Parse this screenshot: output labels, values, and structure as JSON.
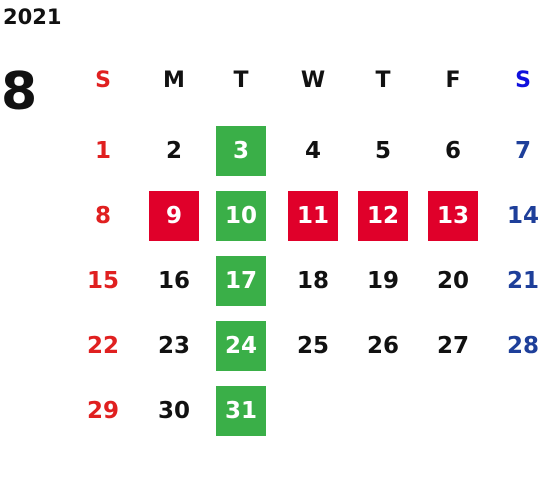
{
  "year": "2021",
  "month": "8",
  "colors": {
    "sunday": "#e02020",
    "saturday": "#1e3f9a",
    "saturday_header": "#1010dd",
    "weekday": "#111111",
    "holiday_bg": "#e0002a",
    "highlight_bg": "#3aaf48",
    "highlight_text": "#ffffff"
  },
  "weekdays": [
    {
      "label": "S",
      "kind": "sunday"
    },
    {
      "label": "M",
      "kind": "weekday"
    },
    {
      "label": "T",
      "kind": "weekday"
    },
    {
      "label": "W",
      "kind": "weekday"
    },
    {
      "label": "T",
      "kind": "weekday"
    },
    {
      "label": "F",
      "kind": "weekday"
    },
    {
      "label": "S",
      "kind": "saturday"
    }
  ],
  "weeks": [
    [
      {
        "day": "1",
        "kind": "sunday"
      },
      {
        "day": "2",
        "kind": "weekday"
      },
      {
        "day": "3",
        "kind": "weekday",
        "mark": "green"
      },
      {
        "day": "4",
        "kind": "weekday"
      },
      {
        "day": "5",
        "kind": "weekday"
      },
      {
        "day": "6",
        "kind": "weekday"
      },
      {
        "day": "7",
        "kind": "saturday"
      }
    ],
    [
      {
        "day": "8",
        "kind": "sunday"
      },
      {
        "day": "9",
        "kind": "weekday",
        "mark": "red"
      },
      {
        "day": "10",
        "kind": "weekday",
        "mark": "green"
      },
      {
        "day": "11",
        "kind": "weekday",
        "mark": "red"
      },
      {
        "day": "12",
        "kind": "weekday",
        "mark": "red"
      },
      {
        "day": "13",
        "kind": "weekday",
        "mark": "red"
      },
      {
        "day": "14",
        "kind": "saturday"
      }
    ],
    [
      {
        "day": "15",
        "kind": "sunday"
      },
      {
        "day": "16",
        "kind": "weekday"
      },
      {
        "day": "17",
        "kind": "weekday",
        "mark": "green"
      },
      {
        "day": "18",
        "kind": "weekday"
      },
      {
        "day": "19",
        "kind": "weekday"
      },
      {
        "day": "20",
        "kind": "weekday"
      },
      {
        "day": "21",
        "kind": "saturday"
      }
    ],
    [
      {
        "day": "22",
        "kind": "sunday"
      },
      {
        "day": "23",
        "kind": "weekday"
      },
      {
        "day": "24",
        "kind": "weekday",
        "mark": "green"
      },
      {
        "day": "25",
        "kind": "weekday"
      },
      {
        "day": "26",
        "kind": "weekday"
      },
      {
        "day": "27",
        "kind": "weekday"
      },
      {
        "day": "28",
        "kind": "saturday"
      }
    ],
    [
      {
        "day": "29",
        "kind": "sunday"
      },
      {
        "day": "30",
        "kind": "weekday"
      },
      {
        "day": "31",
        "kind": "weekday",
        "mark": "green"
      }
    ]
  ]
}
